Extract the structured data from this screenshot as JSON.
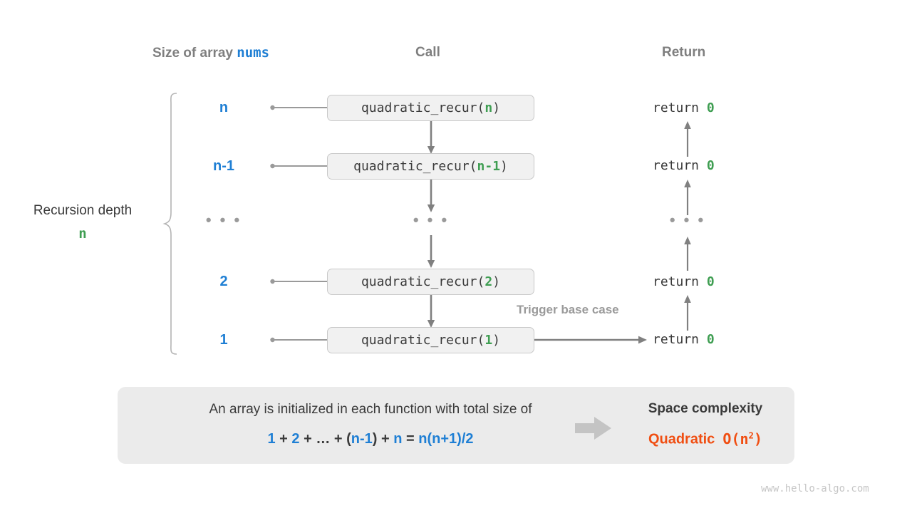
{
  "headers": {
    "size": "Size of array ",
    "size_mono": "nums",
    "call": "Call",
    "return": "Return"
  },
  "depth": {
    "title": "Recursion depth",
    "value": "n"
  },
  "rows": [
    {
      "size": "n",
      "call_prefix": "quadratic_recur(",
      "call_arg": "n",
      "call_suffix": ")",
      "return_text": "return ",
      "return_value": "0"
    },
    {
      "size": "n-1",
      "call_prefix": "quadratic_recur(",
      "call_arg": "n-1",
      "call_suffix": ")",
      "return_text": "return ",
      "return_value": "0"
    },
    {
      "size": "...",
      "call_prefix": "",
      "call_arg": "",
      "call_suffix": "",
      "return_text": "",
      "return_value": ""
    },
    {
      "size": "2",
      "call_prefix": "quadratic_recur(",
      "call_arg": "2",
      "call_suffix": ")",
      "return_text": "return ",
      "return_value": "0"
    },
    {
      "size": "1",
      "call_prefix": "quadratic_recur(",
      "call_arg": "1",
      "call_suffix": ")",
      "return_text": "return ",
      "return_value": "0"
    }
  ],
  "ellipsis": "• • •",
  "trigger_note": "Trigger base case",
  "summary": {
    "description": "An array is initialized in each function with total size of",
    "formula": {
      "t1": "1",
      "o1": " + ",
      "t2": "2",
      "o2": " + ",
      "dots": "…",
      "o3": " + ",
      "p1": "(",
      "t3": "n-1",
      "p2": ")",
      "o4": " + ",
      "t4": "n",
      "o5": " = ",
      "t5": "n(n+1)/2"
    },
    "title": "Space complexity",
    "value_word": "Quadratic",
    "value_bigo_pre": "O(n",
    "value_bigo_sup": "2",
    "value_bigo_post": ")"
  },
  "watermark": "www.hello-algo.com",
  "colors": {
    "blue": "#1f7fd4",
    "green": "#3f9e52",
    "orange": "#f04e12",
    "gray_text": "#7f7f7f",
    "dark_text": "#3a3a3a",
    "box_fill": "#f1f1f1",
    "box_border": "#c9c9c9",
    "panel_fill": "#ebebeb",
    "arrow": "#808080"
  }
}
